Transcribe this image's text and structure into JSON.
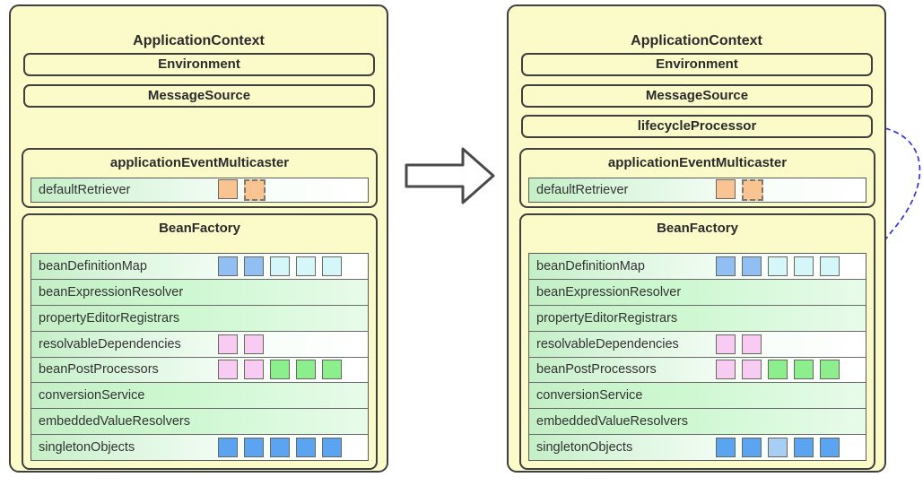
{
  "contexts": [
    {
      "title": "ApplicationContext",
      "simple_boxes": [
        "Environment",
        "MessageSource"
      ],
      "multicaster": {
        "title": "applicationEventMulticaster",
        "rows": [
          {
            "label": "defaultRetriever",
            "squares": [
              "orange",
              "orange-dashed"
            ]
          }
        ]
      },
      "bean_factory": {
        "title": "BeanFactory",
        "rows": [
          {
            "label": "beanDefinitionMap",
            "squares": [
              "medium-blue",
              "medium-blue",
              "cyan",
              "cyan",
              "cyan"
            ]
          },
          {
            "label": "beanExpressionResolver",
            "squares": []
          },
          {
            "label": "propertyEditorRegistrars",
            "squares": []
          },
          {
            "label": "resolvableDependencies",
            "squares": [
              "pink",
              "pink"
            ]
          },
          {
            "label": "beanPostProcessors",
            "squares": [
              "pink",
              "pink",
              "green",
              "green",
              "green"
            ]
          },
          {
            "label": "conversionService",
            "squares": []
          },
          {
            "label": "embeddedValueResolvers",
            "squares": []
          },
          {
            "label": "singletonObjects",
            "squares": [
              "blue",
              "blue",
              "blue",
              "blue",
              "blue"
            ]
          }
        ]
      }
    },
    {
      "title": "ApplicationContext",
      "simple_boxes": [
        "Environment",
        "MessageSource",
        "lifecycleProcessor"
      ],
      "multicaster": {
        "title": "applicationEventMulticaster",
        "rows": [
          {
            "label": "defaultRetriever",
            "squares": [
              "orange",
              "orange-dashed"
            ]
          }
        ]
      },
      "bean_factory": {
        "title": "BeanFactory",
        "rows": [
          {
            "label": "beanDefinitionMap",
            "squares": [
              "medium-blue",
              "medium-blue",
              "cyan",
              "cyan",
              "cyan"
            ]
          },
          {
            "label": "beanExpressionResolver",
            "squares": []
          },
          {
            "label": "propertyEditorRegistrars",
            "squares": []
          },
          {
            "label": "resolvableDependencies",
            "squares": [
              "pink",
              "pink"
            ]
          },
          {
            "label": "beanPostProcessors",
            "squares": [
              "pink",
              "pink",
              "green",
              "green",
              "green"
            ]
          },
          {
            "label": "conversionService",
            "squares": []
          },
          {
            "label": "embeddedValueResolvers",
            "squares": []
          },
          {
            "label": "singletonObjects",
            "squares": [
              "blue",
              "blue",
              "light-blue",
              "blue",
              "blue"
            ]
          }
        ]
      }
    }
  ],
  "square_colors": {
    "blue": "#5BA4F2",
    "medium-blue": "#92BFF3",
    "light-blue": "#A9CEF4",
    "cyan": "#D6F7FA",
    "pink": "#F8CBF2",
    "green": "#8CEE8C",
    "orange": "#F9C491",
    "orange-dashed": "#F9C491"
  },
  "palette": {
    "box_fill": "#FBFBCA",
    "box_border": "#3F3F3F",
    "row_green": "#C4EFC6",
    "dashed_link_blue": "#3535E0",
    "transform_arrow_fill": "#FFFFFF",
    "transform_arrow_border": "#4A4A4A"
  }
}
